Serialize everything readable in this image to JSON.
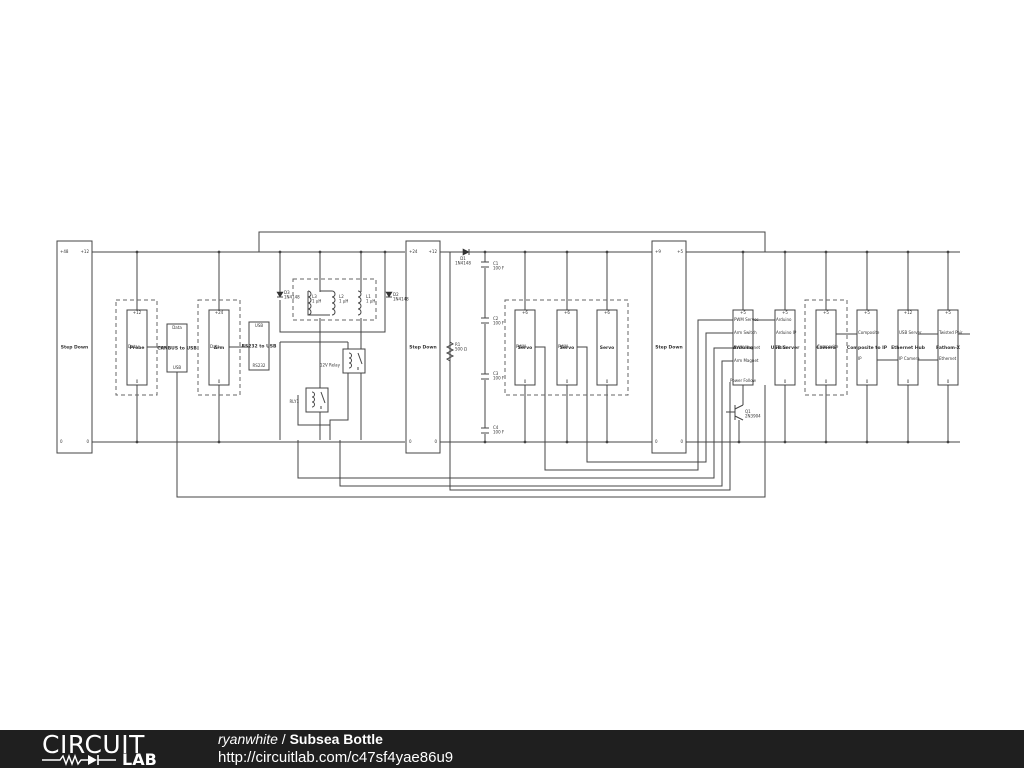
{
  "diagram": {
    "components": [
      {
        "id": "step-down-1",
        "title": "Step Down",
        "pins": [
          "+48",
          "+12",
          "0",
          "0"
        ]
      },
      {
        "id": "probe",
        "title": "Probe",
        "pins": [
          "+12",
          "Data",
          "0"
        ]
      },
      {
        "id": "canbus-to-usb",
        "title": "CANBUS to USB",
        "pins": [
          "Data",
          "USB"
        ]
      },
      {
        "id": "arm",
        "title": "Arm",
        "pins": [
          "+24",
          "Data",
          "0"
        ]
      },
      {
        "id": "rs232-to-usb",
        "title": "RS232 to USB",
        "pins": [
          "USB",
          "RS232"
        ]
      },
      {
        "id": "step-down-2",
        "title": "Step Down",
        "pins": [
          "+24",
          "+12",
          "0",
          "0"
        ]
      },
      {
        "id": "servo-1",
        "title": "Servo",
        "pins": [
          "+6",
          "PWM",
          "0"
        ]
      },
      {
        "id": "servo-2",
        "title": "Servo",
        "pins": [
          "+6",
          "PWM",
          "0"
        ]
      },
      {
        "id": "servo-3",
        "title": "Servo",
        "pins": [
          "+6",
          "0"
        ]
      },
      {
        "id": "step-down-3",
        "title": "Step Down",
        "pins": [
          "+9",
          "+5",
          "0",
          "0"
        ]
      },
      {
        "id": "arduino",
        "title": "Arduino",
        "pins": [
          "+5",
          "PWM Servos",
          "Arm Switch",
          "PWM Magnet",
          "Arm Magnet",
          "Power Follow"
        ]
      },
      {
        "id": "usb-server",
        "title": "USB Server",
        "pins": [
          "+5",
          "Arduino",
          "Arduino IP",
          "Probe",
          "0"
        ]
      },
      {
        "id": "camera",
        "title": "Camera",
        "pins": [
          "+5",
          "Composite",
          "0"
        ]
      },
      {
        "id": "composite-to-ip",
        "title": "Composite to IP",
        "pins": [
          "+5",
          "Composite",
          "IP",
          "0"
        ]
      },
      {
        "id": "ethernet-hub",
        "title": "Ethernet Hub",
        "pins": [
          "+12",
          "USB Server",
          "IP Camera",
          "0"
        ]
      },
      {
        "id": "fathom-x",
        "title": "Fathom-X",
        "pins": [
          "+5",
          "Twisted Pair",
          "Ethernet",
          "0"
        ]
      }
    ],
    "parts": [
      {
        "id": "d3",
        "ref": "D3",
        "value": "1N4148"
      },
      {
        "id": "l3",
        "ref": "L3",
        "value": "1 µH"
      },
      {
        "id": "l2",
        "ref": "L2",
        "value": "1 µH"
      },
      {
        "id": "l1",
        "ref": "L1",
        "value": "1 µH"
      },
      {
        "id": "d2",
        "ref": "D2",
        "value": "1N4148"
      },
      {
        "id": "relay-12v",
        "ref": "",
        "value": "12V Relay"
      },
      {
        "id": "rly1",
        "ref": "RLY1",
        "value": ""
      },
      {
        "id": "d1",
        "ref": "D1",
        "value": "1N4148"
      },
      {
        "id": "r1",
        "ref": "R1",
        "value": "500 Ω"
      },
      {
        "id": "c1",
        "ref": "C1",
        "value": "100 F"
      },
      {
        "id": "c2",
        "ref": "C2",
        "value": "100 F"
      },
      {
        "id": "c3",
        "ref": "C3",
        "value": "100 F"
      },
      {
        "id": "c4",
        "ref": "C4",
        "value": "100 F"
      },
      {
        "id": "q1",
        "ref": "Q1",
        "value": "2N3904"
      }
    ]
  },
  "footer": {
    "logo_top": "CIRCUIT",
    "logo_bottom": "LAB",
    "author": "ryanwhite",
    "separator": " / ",
    "project": "Subsea Bottle",
    "url": "http://circuitlab.com/c47sf4yae86u9"
  },
  "colors": {
    "wire": "#444444",
    "footer_bg": "#1f1f1f",
    "footer_text": "#ffffff"
  }
}
